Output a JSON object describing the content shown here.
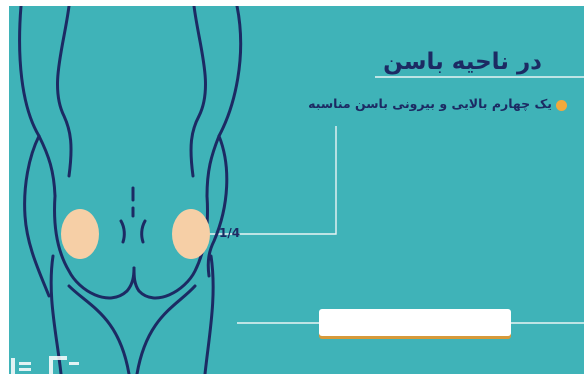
{
  "slide": {
    "title": "در ناحیه باسن",
    "bullet": "یک چهارم بالایی و بیرونی باسن مناسبه",
    "quarter_label": "1/4",
    "caption": ""
  },
  "colors": {
    "background": "#3fb3b8",
    "outline": "#1c2a63",
    "injection_area": "#f6cfa6",
    "bullet": "#f2a93b",
    "lines": "#e8f4f4"
  },
  "icons": {
    "bullet": "orange-dot-icon",
    "watermark": "logo-watermark-icon"
  }
}
